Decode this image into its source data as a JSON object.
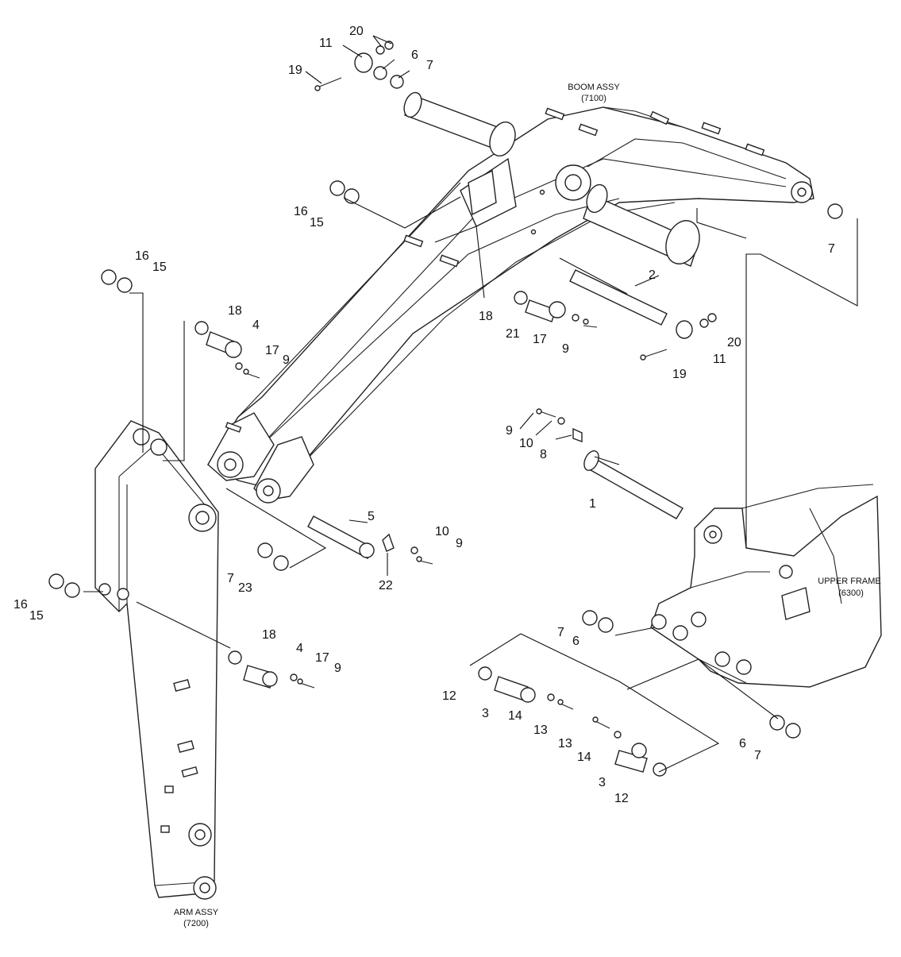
{
  "assemblies": {
    "boom": {
      "name": "BOOM ASSY",
      "code": "(7100)"
    },
    "arm": {
      "name": "ARM ASSY",
      "code": "(7200)"
    },
    "upper_frame": {
      "name": "UPPER FRAME",
      "code": "(6300)"
    }
  },
  "callouts": [
    "20",
    "11",
    "6",
    "7",
    "19",
    "16",
    "15",
    "7",
    "16",
    "15",
    "18",
    "4",
    "17",
    "9",
    "2",
    "18",
    "21",
    "17",
    "9",
    "20",
    "11",
    "19",
    "9",
    "10",
    "8",
    "1",
    "5",
    "10",
    "9",
    "22",
    "7",
    "23",
    "16",
    "15",
    "18",
    "4",
    "17",
    "9",
    "7",
    "6",
    "12",
    "3",
    "14",
    "13",
    "13",
    "14",
    "3",
    "12",
    "6",
    "7"
  ]
}
